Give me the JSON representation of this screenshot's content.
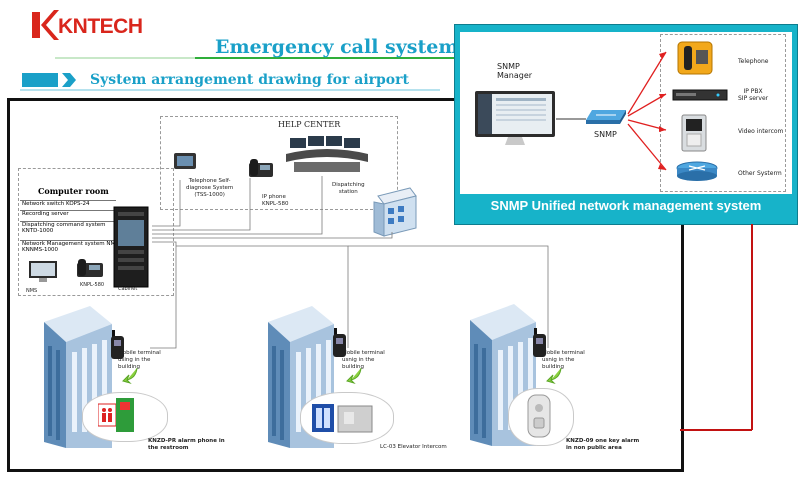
{
  "brand": {
    "name": "KNTECH",
    "logo_color": "#d9261c"
  },
  "header": {
    "title": "Emergency call system",
    "subtitle": "System arrangement drawing for airport",
    "accent": "#1aa0c8"
  },
  "snmp": {
    "manager_label": "SNMP\nManager",
    "switch_label": "SNMP",
    "caption": "SNMP Unified network management system",
    "panel_color": "#17b3c9",
    "devices": [
      {
        "label": "Telephone",
        "icon": "telephone-icon"
      },
      {
        "label": "IP PBX\nSIP server",
        "icon": "server-rack-icon"
      },
      {
        "label": "Video intercom",
        "icon": "video-intercom-icon"
      },
      {
        "label": "Other Systerm",
        "icon": "router-icon"
      }
    ]
  },
  "help_center": {
    "title": "HELP CENTER",
    "self_diagnose": "Telephone Self-\ndiagnose System\n(TSS-1000)",
    "ip_phone": "IP phone\nKNPL-580",
    "dispatching": "Dispatching\nstation"
  },
  "computer_room": {
    "title": "Computer room",
    "rows": [
      "Network switch KOPS-24",
      "Recording server",
      "Dispatching command system\nKNTD-1000",
      "Network Management system NMS\nKNNMS-1000"
    ],
    "nms": "NMS",
    "knpl": "KNPL-580",
    "cabinet": "Cabinet"
  },
  "zones": [
    {
      "mobile": "Mobile terminal\nusing in the\nbuilding",
      "device_caption": "KNZD-PR alarm phone in\nthe restroom"
    },
    {
      "mobile": "Mobile terminal\nusnig in the\nbuilding",
      "device_caption": "LC-03 Elevator Intercom"
    },
    {
      "mobile": "Mobile terminal\nusnig in the\nbuilding",
      "device_caption": "KNZD-09 one key alarm\nin non public area"
    }
  ]
}
